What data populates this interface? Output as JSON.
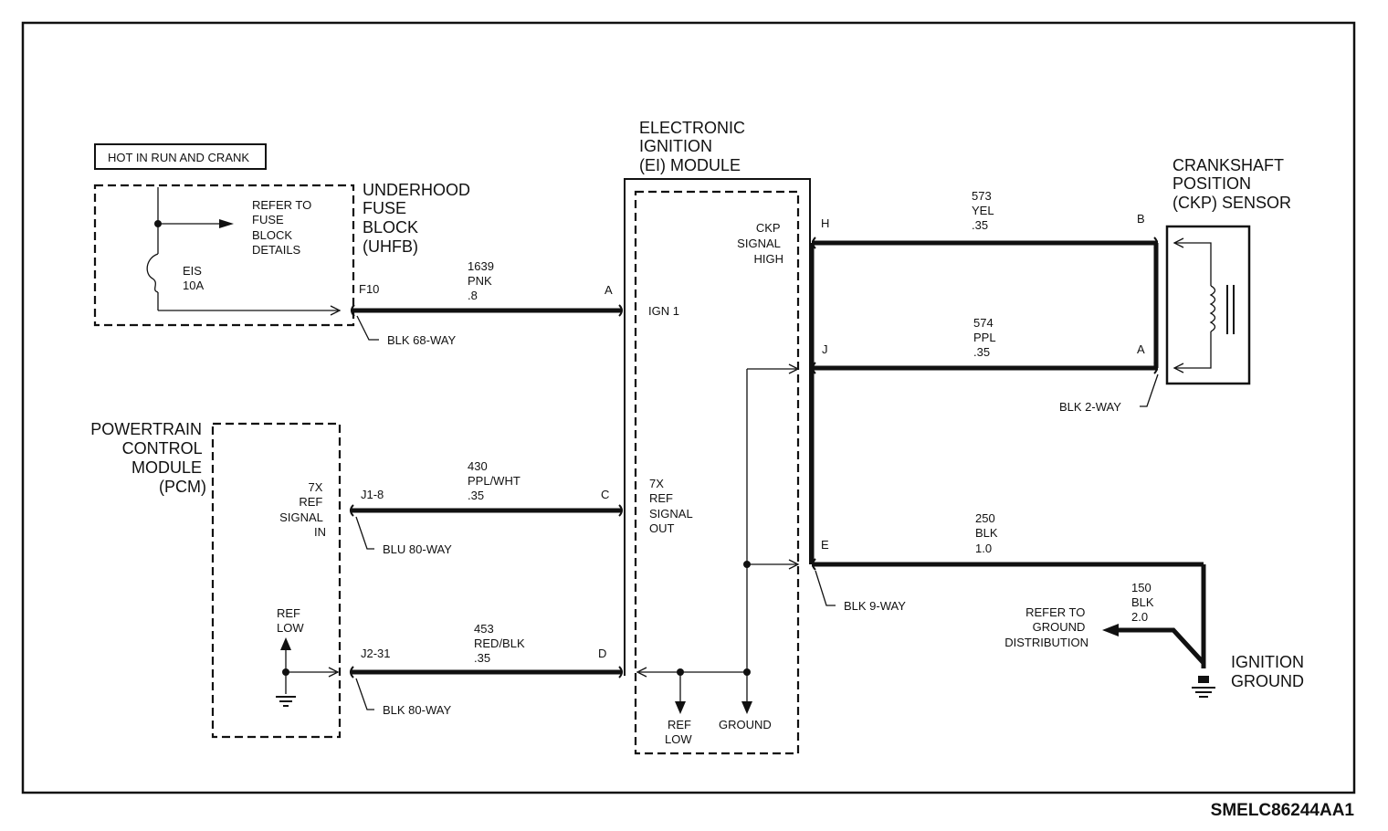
{
  "diagram_code": "SMELC86244AA1",
  "power_label": "HOT IN RUN AND CRANK",
  "uhfb": {
    "title": [
      "UNDERHOOD",
      "FUSE",
      "BLOCK",
      "(UHFB)"
    ],
    "refer": [
      "REFER TO",
      "FUSE",
      "BLOCK",
      "DETAILS"
    ],
    "fuse": [
      "EIS",
      "10A"
    ],
    "terminal": "F10",
    "connector": "BLK 68-WAY"
  },
  "pcm": {
    "title": [
      "POWERTRAIN",
      "CONTROL",
      "MODULE",
      "(PCM)"
    ],
    "ref_signal_in": [
      "7X",
      "REF",
      "SIGNAL",
      "IN"
    ],
    "ref_low": [
      "REF",
      "LOW"
    ],
    "terminal_ref": "J1-8",
    "connector_ref": "BLU 80-WAY",
    "terminal_low": "J2-31",
    "connector_low": "BLK 80-WAY"
  },
  "ei_module": {
    "title": [
      "ELECTRONIC",
      "IGNITION",
      "(EI) MODULE"
    ],
    "ign1": "IGN 1",
    "ref_out": [
      "7X",
      "REF",
      "SIGNAL",
      "OUT"
    ],
    "ckp_high": [
      "CKP",
      "SIGNAL",
      "HIGH"
    ],
    "ref_low": [
      "REF",
      "LOW"
    ],
    "ground": "GROUND",
    "pins": {
      "a": "A",
      "c": "C",
      "d": "D",
      "h": "H",
      "j": "J",
      "e": "E"
    },
    "connector_right": "BLK 9-WAY"
  },
  "ckp_sensor": {
    "title": [
      "CRANKSHAFT",
      "POSITION",
      "(CKP) SENSOR"
    ],
    "pins": {
      "b": "B",
      "a": "A"
    },
    "connector": "BLK 2-WAY"
  },
  "wires": {
    "w1639": [
      "1639",
      "PNK",
      ".8"
    ],
    "w430": [
      "430",
      "PPL/WHT",
      ".35"
    ],
    "w453": [
      "453",
      "RED/BLK",
      ".35"
    ],
    "w573": [
      "573",
      "YEL",
      ".35"
    ],
    "w574": [
      "574",
      "PPL",
      ".35"
    ],
    "w250": [
      "250",
      "BLK",
      "1.0"
    ],
    "w150": [
      "150",
      "BLK",
      "2.0"
    ]
  },
  "ground_ref": [
    "REFER TO",
    "GROUND",
    "DISTRIBUTION"
  ],
  "ignition_ground": [
    "IGNITION",
    "GROUND"
  ]
}
